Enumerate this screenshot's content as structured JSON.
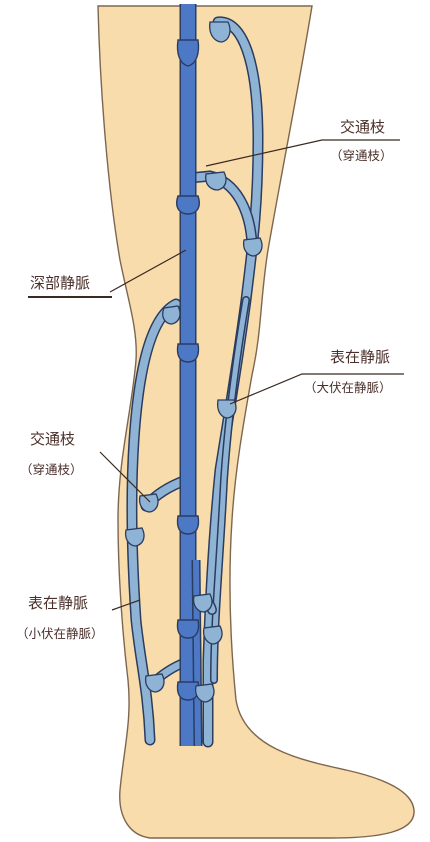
{
  "colors": {
    "skin": "#f9dcab",
    "skin_outline": "#7d6650",
    "vein_fill": "#4d78c6",
    "vein_outline": "#2a3c60",
    "superficial_vein_fill": "#8fb3d4",
    "label_text": "#4a2f2a",
    "leader_line": "#3a2a22"
  },
  "labels": {
    "perforator_upper": {
      "main": "交通枝",
      "sub": "（穿通枝）"
    },
    "deep_vein": {
      "main": "深部静脈"
    },
    "superficial_great": {
      "main": "表在静脈",
      "sub": "（大伏在静脈）"
    },
    "perforator_lower": {
      "main": "交通枝",
      "sub": "（穿通枝）"
    },
    "superficial_small": {
      "main": "表在静脈",
      "sub": "（小伏在静脈）"
    }
  }
}
